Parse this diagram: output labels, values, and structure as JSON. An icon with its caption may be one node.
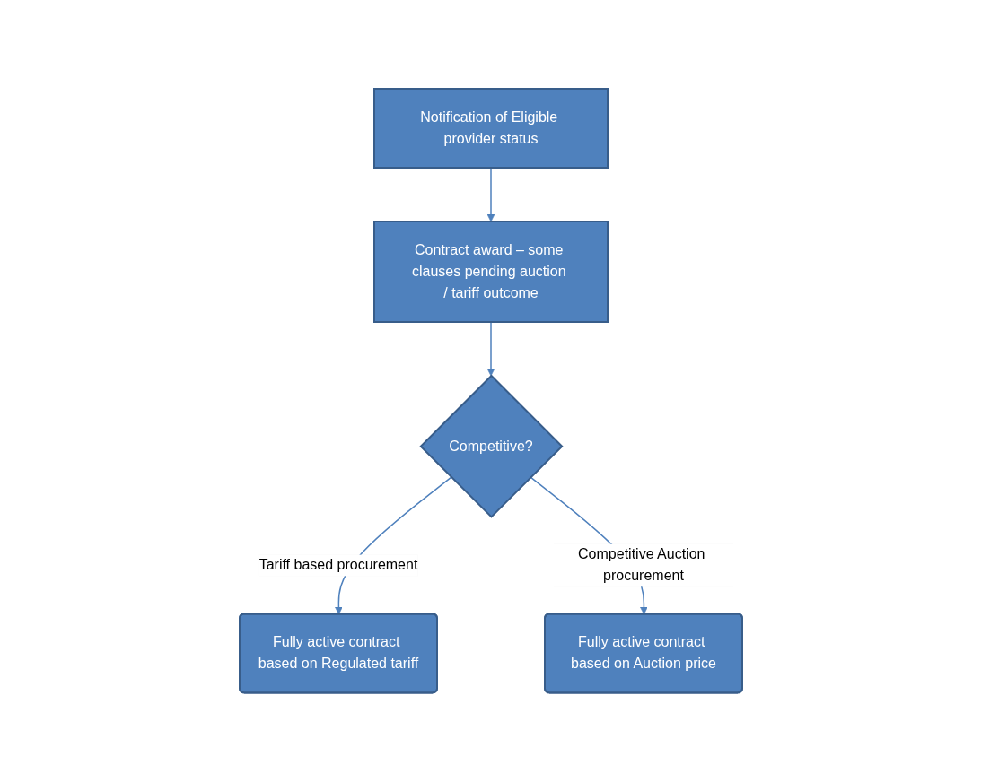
{
  "diagram": {
    "nodes": [
      {
        "text": [
          "Notification of Eligible provider status"
        ]
      },
      {
        "text": [
          "Contract award – some clauses pending auction / tariff outcome"
        ]
      },
      {
        "text": [
          "Competitive?"
        ]
      },
      {
        "text": [
          "Fully active contract based on Regulated tariff"
        ]
      },
      {
        "text": [
          "Fully active contract based on Auction price"
        ]
      }
    ],
    "edges": [
      {
        "from": 0,
        "to": 1,
        "arrow": "to"
      },
      {
        "from": 1,
        "to": 2,
        "arrow": "to"
      },
      {
        "from": 2,
        "to": 3,
        "arrow": "to",
        "label": "Tariff based procurement"
      },
      {
        "from": 2,
        "to": 4,
        "arrow": "to",
        "label": "Competitive Auction procurement"
      }
    ]
  }
}
